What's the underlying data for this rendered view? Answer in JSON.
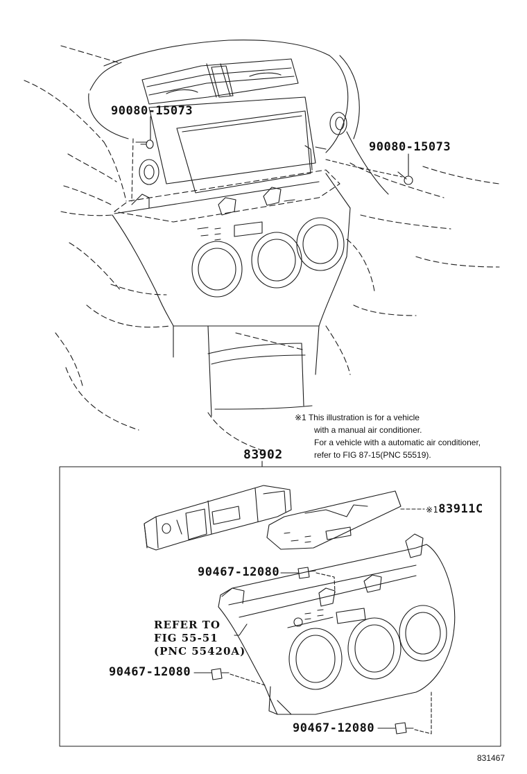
{
  "parts": {
    "bolt_upper_left": "90080-15073",
    "bolt_upper_right": "90080-15073",
    "panel_assembly": "83902",
    "plate_marker": "※1",
    "plate_part": "83911C",
    "clip_top": "90467-12080",
    "clip_left": "90467-12080",
    "clip_bottom": "90467-12080"
  },
  "reference": {
    "line1": "REFER TO",
    "line2": "FIG 55-51",
    "line3": "(PNC 55420A)"
  },
  "note": {
    "lines": [
      "※1 This illustration is for a vehicle",
      "with a manual air conditioner.",
      "For a vehicle with a automatic air conditioner,",
      "refer to FIG 87-15(PNC 55519)."
    ]
  },
  "figure_number": "831467"
}
